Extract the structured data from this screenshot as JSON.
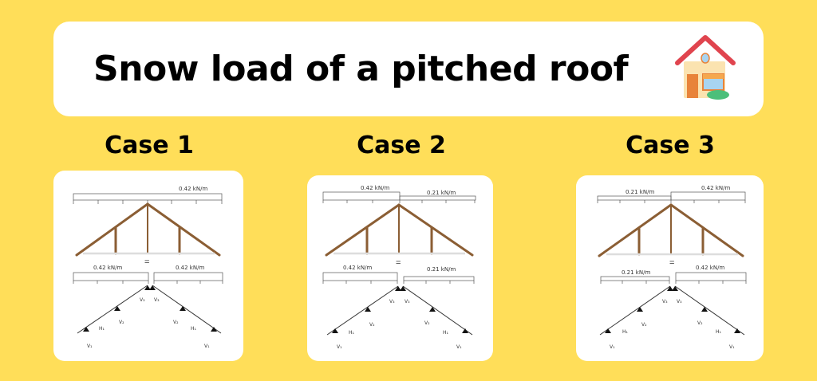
{
  "title": "Snow load of a pitched roof",
  "title_icon": "house-emoji",
  "colors": {
    "background": "#FFDE59",
    "card": "#FFFFFF",
    "truss_wood": "#8B5E34",
    "beam_line": "#333333",
    "house_roof": "#E0444E",
    "house_wall": "#FBE3B0",
    "house_door": "#E8833A",
    "house_window": "#A8D4F0",
    "house_bush": "#4CBF7A"
  },
  "equals_sign": "=",
  "cases": [
    {
      "heading": "Case 1",
      "truss_load": {
        "left": "0.42 kN/m",
        "right": "0.42 kN/m",
        "label_shown": "0.42 kN/m"
      },
      "split_load": {
        "left": "0.42 kN/m",
        "right": "0.42 kN/m"
      },
      "reactions": [
        "V1",
        "H1",
        "V2",
        "V3",
        "V3",
        "V2",
        "H1",
        "V1"
      ]
    },
    {
      "heading": "Case 2",
      "truss_load": {
        "left": "0.42 kN/m",
        "right": "0.21 kN/m"
      },
      "split_load": {
        "left": "0.42 kN/m",
        "right": "0.21 kN/m"
      },
      "reactions": [
        "V1",
        "H1",
        "V2",
        "V3",
        "V3",
        "V2",
        "H1",
        "V1"
      ]
    },
    {
      "heading": "Case 3",
      "truss_load": {
        "left": "0.21 kN/m",
        "right": "0.42 kN/m"
      },
      "split_load": {
        "left": "0.21 kN/m",
        "right": "0.42 kN/m"
      },
      "reactions": [
        "V1",
        "H1",
        "V2",
        "V3",
        "V3",
        "V2",
        "H1",
        "V1"
      ]
    }
  ],
  "reaction_labels": {
    "V": "V",
    "H": "H",
    "sub1": "1",
    "sub2": "2",
    "sub3": "3"
  }
}
